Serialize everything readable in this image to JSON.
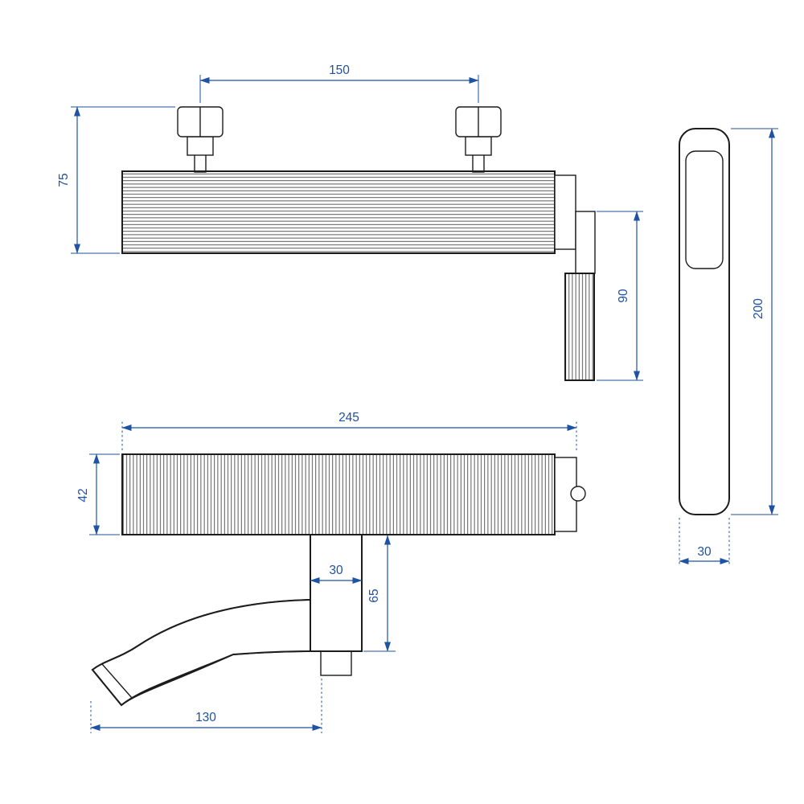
{
  "colors": {
    "accent": "#1e52a2",
    "ink": "#1c1c1c"
  },
  "drawing": {
    "top_view": {
      "dim_nut_spacing": "150",
      "dim_depth": "75",
      "dim_handle_drop": "90"
    },
    "front_view": {
      "dim_body_width": "245",
      "dim_body_height": "42",
      "dim_spout_neck_width": "30",
      "dim_spout_drop": "65",
      "dim_spout_reach": "130"
    },
    "hand_shower": {
      "dim_length": "200",
      "dim_width": "30"
    }
  }
}
